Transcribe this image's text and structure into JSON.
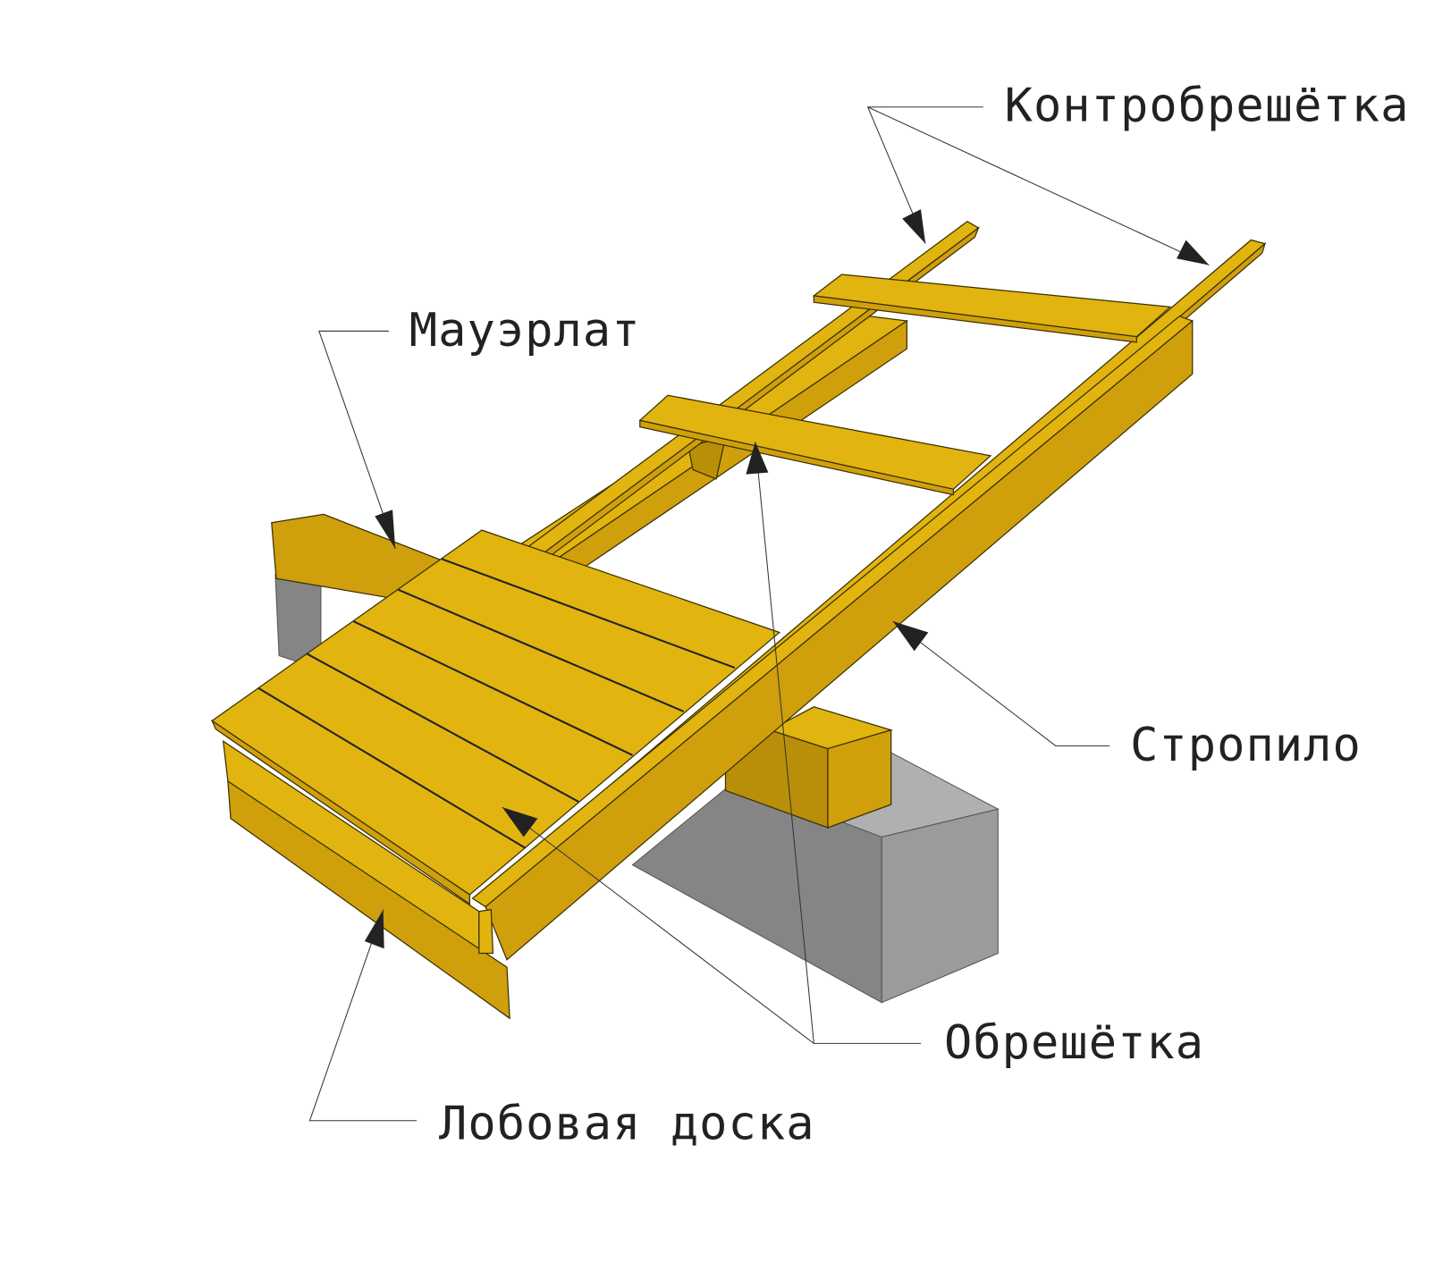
{
  "title": "Roof eave assembly diagram",
  "labels": {
    "counter_batten": "Контробрешётка",
    "wall_plate": "Мауэрлат",
    "rafter": "Стропило",
    "batten": "Обрешётка",
    "fascia_board": "Лобовая доска"
  },
  "colors": {
    "wood": "#E1B40F",
    "wood_shade": "#CFA00C",
    "concrete": "#9b9b9b"
  }
}
